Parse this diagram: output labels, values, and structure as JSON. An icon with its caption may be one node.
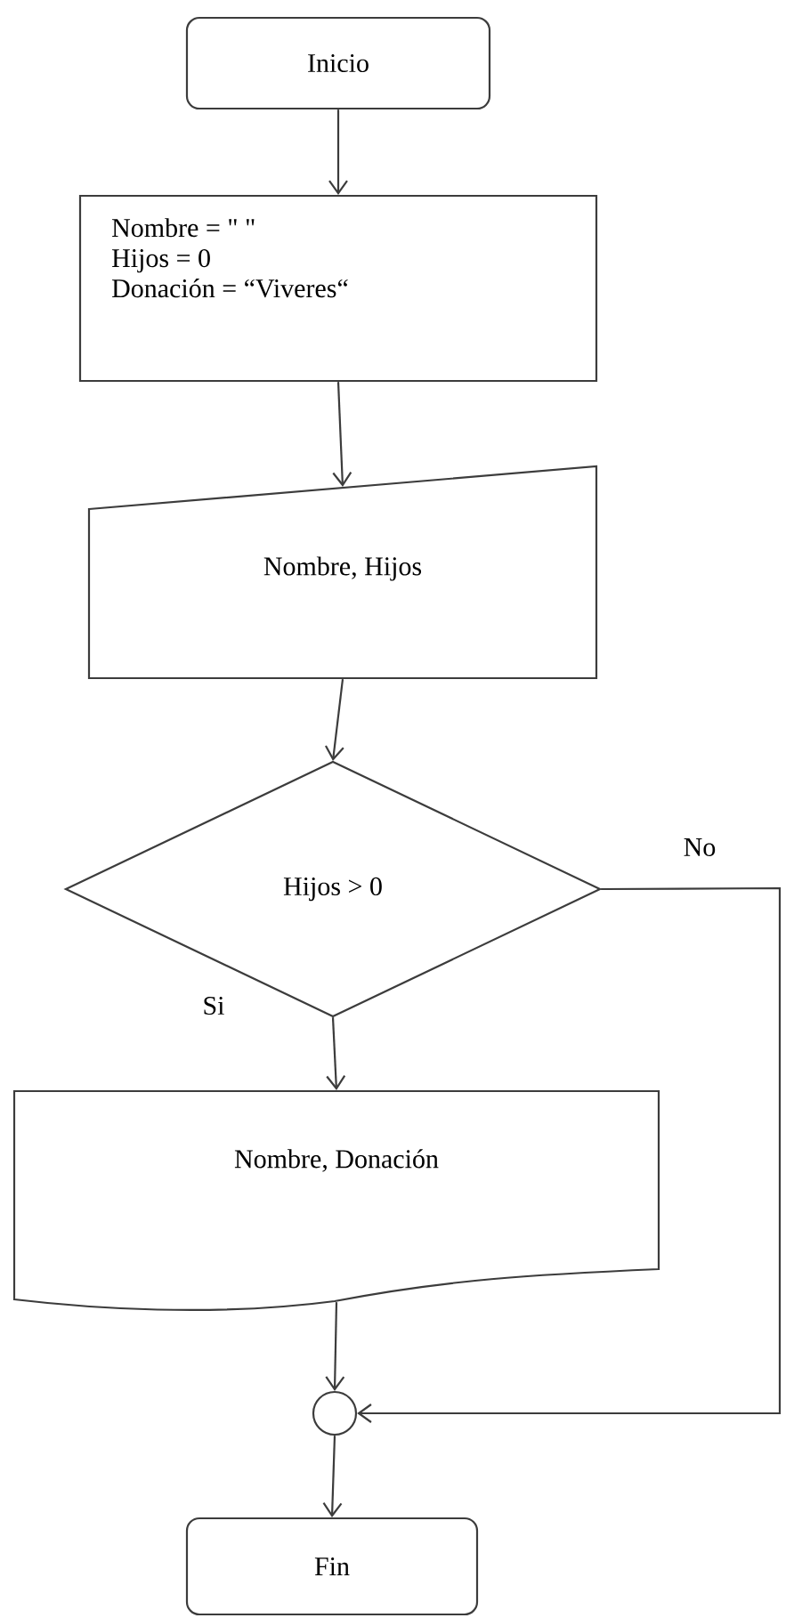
{
  "diagram": {
    "nodes": [
      {
        "text": [
          "Inicio"
        ]
      },
      {
        "text": [
          "Nombre = \" \"",
          "Hijos = 0",
          "Donación = “Viveres“"
        ]
      },
      {
        "text": [
          "Nombre, Hijos"
        ]
      },
      {
        "text": [
          "Hijos > 0"
        ]
      },
      {
        "text": [
          "Nombre, Donación"
        ]
      },
      {
        "text": [],
        "shape": "circle"
      },
      {
        "text": [
          "Fin"
        ]
      }
    ],
    "edges": [
      {
        "from": 0,
        "to": 1,
        "arrow": "to"
      },
      {
        "from": 1,
        "to": 2,
        "arrow": "to"
      },
      {
        "from": 2,
        "to": 3,
        "arrow": "to"
      },
      {
        "from": 3,
        "to": 4,
        "arrow": "to",
        "label": "Si"
      },
      {
        "from": 3,
        "to": 5,
        "arrow": "to",
        "label": "No"
      },
      {
        "from": 4,
        "to": 5,
        "arrow": "to"
      },
      {
        "from": 5,
        "to": 6,
        "arrow": "to"
      }
    ]
  }
}
